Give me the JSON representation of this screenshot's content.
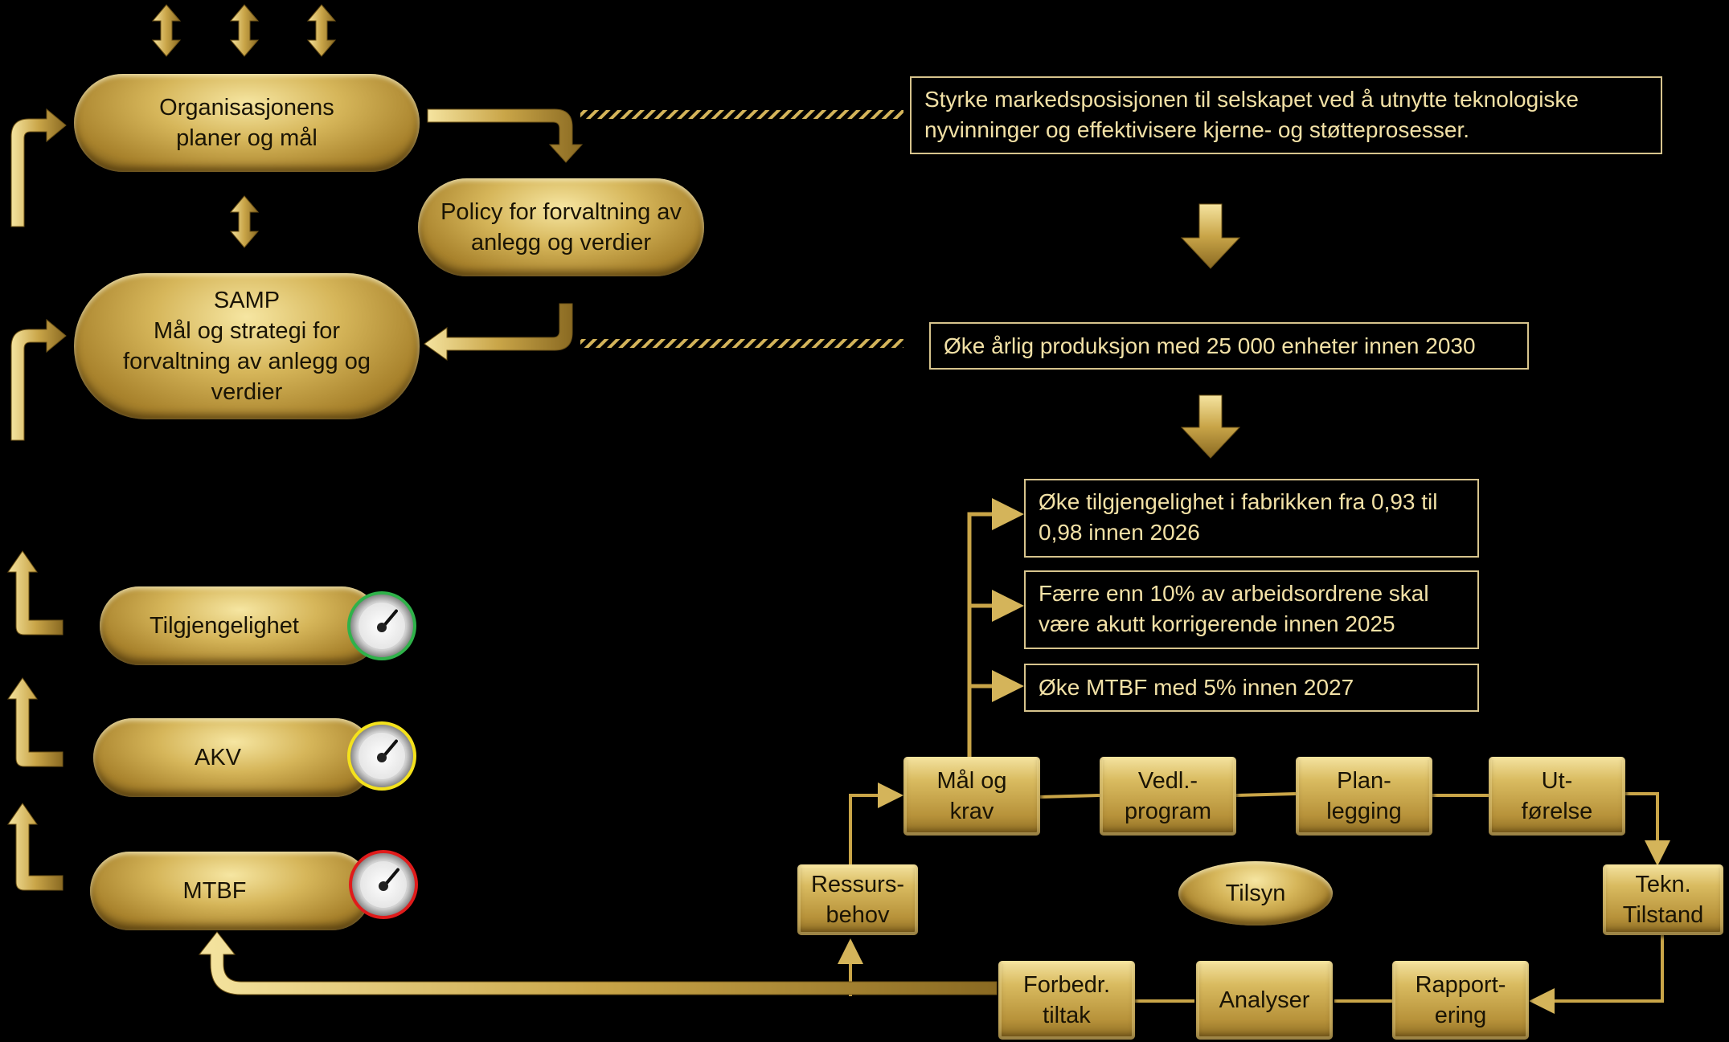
{
  "colors": {
    "gold": "#d4b45a",
    "text_gold": "#f2e1a6",
    "green": "#2fb24a",
    "yellow": "#f4e21c",
    "red": "#e01b1b"
  },
  "left": {
    "org_plans": "Organisasjonens planer og mål",
    "policy": "Policy for forvaltning av anlegg og verdier",
    "samp": "SAMP\nMål og strategi for forvaltning av anlegg og verdier"
  },
  "kpis": [
    {
      "label": "Tilgjengelighet",
      "status_color": "green"
    },
    {
      "label": "AKV",
      "status_color": "yellow"
    },
    {
      "label": "MTBF",
      "status_color": "red"
    }
  ],
  "targets": {
    "strategy": "Styrke markedsposisjonen til selskapet ved å utnytte teknologiske nyvinninger og effektivisere kjerne- og støtteprosesser.",
    "production": "Øke årlig produksjon med 25 000 enheter innen 2030",
    "goals": [
      "Øke tilgjengelighet i fabrikken fra 0,93 til 0,98 innen 2026",
      "Færre enn 10% av arbeidsordrene skal være akutt korrigerende innen 2025",
      "Øke MTBF med 5% innen 2027"
    ]
  },
  "cycle": {
    "maal": "Mål og krav",
    "vedl": "Vedl.-\nprogram",
    "plan": "Plan-\nlegging",
    "utf": "Ut-\nførelse",
    "tekn": "Tekn.\nTilstand",
    "rapp": "Rapport-\nering",
    "analyser": "Analyser",
    "forbedr": "Forbedr.\ntiltak",
    "ressurs": "Ressurs-\nbehov",
    "tilsyn": "Tilsyn"
  }
}
